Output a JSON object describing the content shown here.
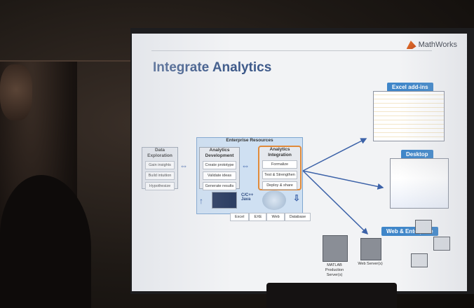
{
  "slide": {
    "title": "Integrate Analytics",
    "brand": "MathWorks",
    "enterprise_header": "Enterprise Resources",
    "data_exploration": {
      "header": "Data Exploration",
      "items": [
        "Gain insights",
        "Build intuition",
        "Hypothesize"
      ]
    },
    "analytics_development": {
      "header": "Analytics Development",
      "items": [
        "Create prototype",
        "Validate ideas",
        "Generate results"
      ]
    },
    "analytics_integration": {
      "header": "Analytics Integration",
      "items": [
        "Formalize",
        "Test & Strengthen",
        "Deploy & share"
      ]
    },
    "languages": "C/C++ Java",
    "tools": [
      "Excel",
      "EXE",
      "Web",
      "Database"
    ],
    "targets": [
      "Excel add-ins",
      "Desktop",
      "Web & Enterprise"
    ],
    "servers": {
      "matlab": "MATLAB Production Server(s)",
      "web": "Web Server(s)"
    }
  },
  "colors": {
    "title": "#3e5a8a",
    "arrow": "#3c62a8",
    "pill": "#3f86c9",
    "highlight": "#e08a3a"
  }
}
